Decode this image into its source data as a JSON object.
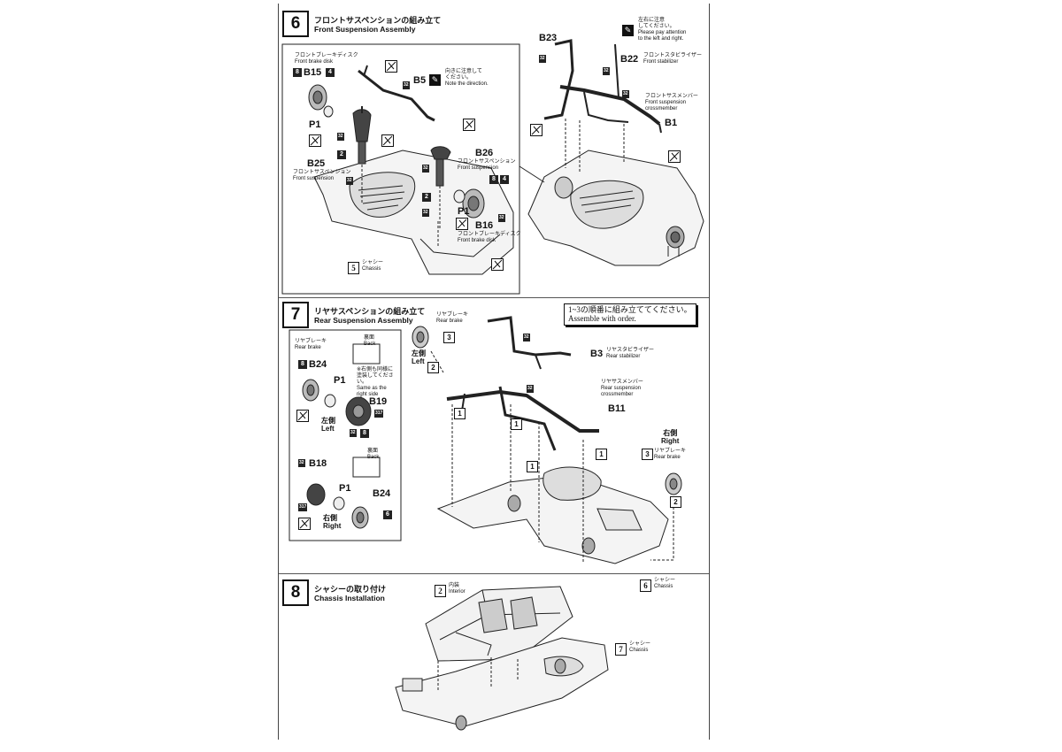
{
  "step6": {
    "number": "6",
    "title_jp": "フロントサスペンションの組み立て",
    "title_en": "Front Suspension Assembly",
    "labels": {
      "b15": "B15",
      "b5": "B5",
      "p1": "P1",
      "b25": "B25",
      "b26": "B26",
      "p1b": "P1",
      "b16": "B16",
      "b23": "B23",
      "b22": "B22",
      "b1": "B1"
    },
    "notes": {
      "brake_disc_jp": "フロントブレーキディスク",
      "brake_disc_en": "Front brake disk",
      "direction_jp": "向きに注意して\nください。",
      "direction_en": "Note the direction.",
      "front_susp_jp": "フロントサスペンション",
      "front_susp_en": "Front suspension",
      "brake_disc2_jp": "フロントブレーキディスク",
      "brake_disc2_en": "Front brake disk",
      "chassis_jp": "シャシー",
      "chassis_en": "Chassis",
      "chassis_num": "5",
      "lr_jp": "左右に注意\nしてください。",
      "lr_en": "Please pay attention\nto the left and right.",
      "stab_jp": "フロントスタビライザー",
      "stab_en": "Front stabilizer",
      "member_jp": "フロントサスメンバー",
      "member_en": "Front suspension\ncrossmember"
    },
    "tags": {
      "t8": "8",
      "t4": "4",
      "t32": "32",
      "t2": "2"
    }
  },
  "step7": {
    "number": "7",
    "title_jp": "リヤサスペンションの組み立て",
    "title_en": "Rear Suspension Assembly",
    "order_jp": "1~3の順番に組み立ててください。",
    "order_en": "Assemble with order.",
    "labels": {
      "b24": "B24",
      "p1": "P1",
      "b19": "B19",
      "b18": "B18",
      "p1b": "P1",
      "b24b": "B24",
      "b3": "B3",
      "b11": "B11"
    },
    "notes": {
      "rear_brake_jp": "リヤブレーキ",
      "rear_brake_en": "Rear brake",
      "back_jp": "裏面",
      "back_en": "Back",
      "same_jp": "※右側も同様に\n塗装してください。",
      "same_en": "Same as the\nright side",
      "left_jp": "左側",
      "left_en": "Left",
      "right_jp": "右側",
      "right_en": "Right",
      "stab_jp": "リヤスタビライザー",
      "stab_en": "Rear stabilizer",
      "member_jp": "リヤサスメンバー",
      "member_en": "Rear suspension\ncrossmember",
      "chassis_jp": "シャシー",
      "chassis_en": "Chassis",
      "chassis_num": "6"
    },
    "order_nums": {
      "n1": "1",
      "n2": "2",
      "n3": "3"
    },
    "tags": {
      "t8": "8",
      "t32": "32",
      "t317": "317",
      "t6": "6"
    }
  },
  "step8": {
    "number": "8",
    "title_jp": "シャシーの取り付け",
    "title_en": "Chassis Installation",
    "notes": {
      "interior_num": "2",
      "interior_jp": "内装",
      "interior_en": "Interior",
      "chassis_num": "7",
      "chassis_jp": "シャシー",
      "chassis_en": "Chassis"
    }
  }
}
